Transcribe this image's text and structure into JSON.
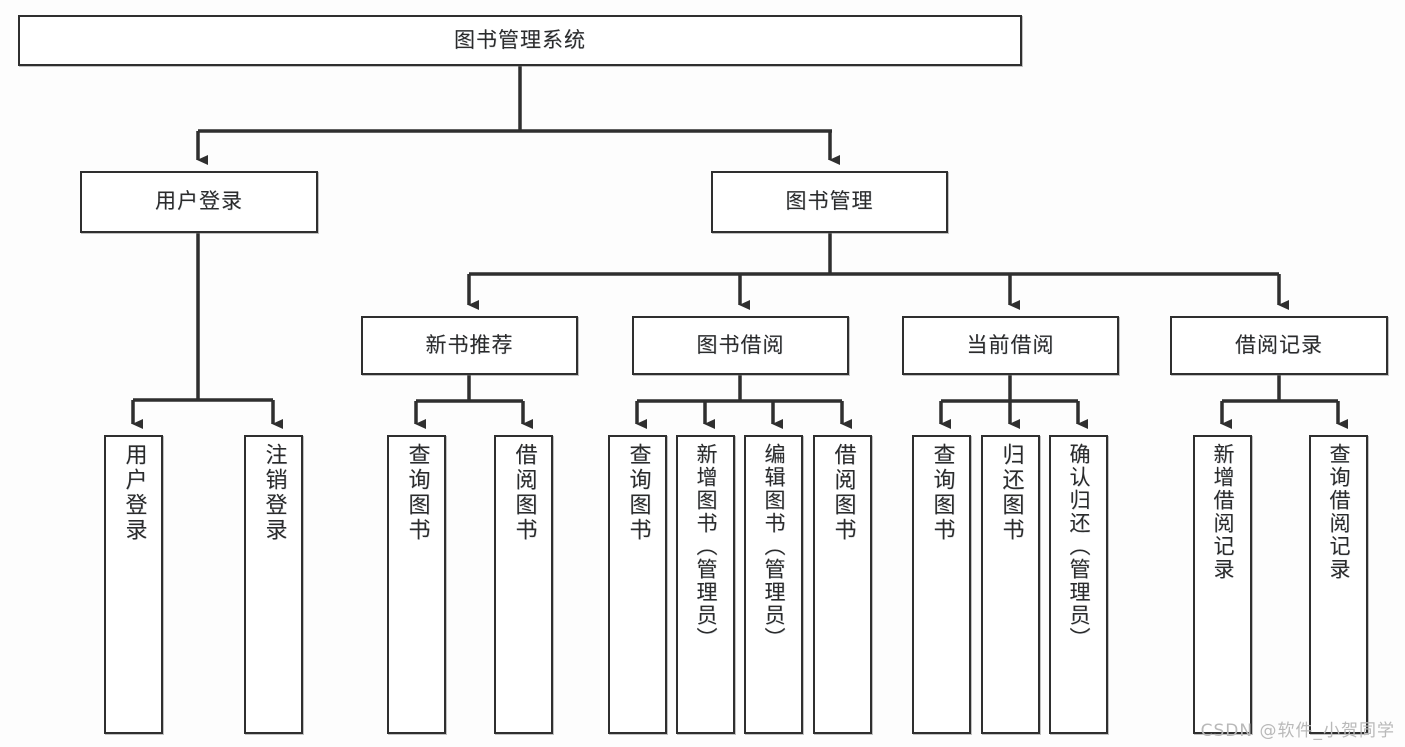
{
  "diagram": {
    "type": "tree",
    "title": "图书管理系统",
    "root": {
      "label": "图书管理系统"
    },
    "level2": [
      {
        "label": "用户登录"
      },
      {
        "label": "图书管理"
      }
    ],
    "level3": [
      {
        "label": "新书推荐"
      },
      {
        "label": "图书借阅"
      },
      {
        "label": "当前借阅"
      },
      {
        "label": "借阅记录"
      }
    ],
    "leaves": {
      "user_login": [
        {
          "label": "用户登录"
        },
        {
          "label": "注销登录"
        }
      ],
      "new_book": [
        {
          "label": "查询图书"
        },
        {
          "label": "借阅图书"
        }
      ],
      "book_borrow": [
        {
          "label": "查询图书"
        },
        {
          "label": "新增图书（管理员）"
        },
        {
          "label": "编辑图书（管理员）"
        },
        {
          "label": "借阅图书"
        }
      ],
      "current_borrow": [
        {
          "label": "查询图书"
        },
        {
          "label": "归还图书"
        },
        {
          "label": "确认归还（管理员）"
        }
      ],
      "borrow_record": [
        {
          "label": "新增借阅记录"
        },
        {
          "label": "查询借阅记录"
        }
      ]
    }
  },
  "watermark": {
    "text": "CSDN @软件_小贺同学"
  },
  "colors": {
    "background": "#fdfdfd",
    "node_fill": "#ffffff",
    "stroke": "#2f2f2f",
    "text": "#2b2b2b",
    "watermark": "#b9b9b9"
  }
}
